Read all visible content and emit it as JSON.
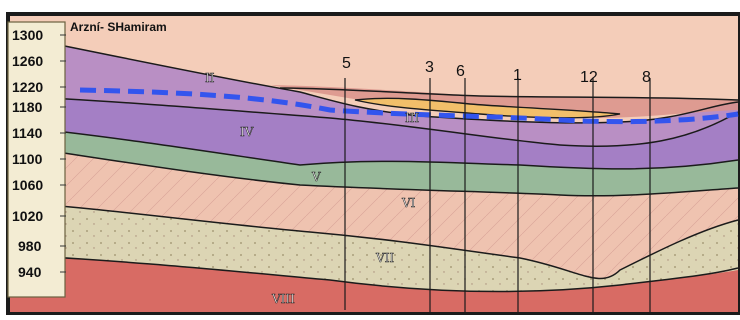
{
  "title": "Arzní- SHamiram",
  "elevation_ticks": [
    "1300",
    "1260",
    "1220",
    "1180",
    "1140",
    "1100",
    "1060",
    "1020",
    "980",
    "940"
  ],
  "wells": [
    "5",
    "3",
    "6",
    "1",
    "12",
    "8"
  ],
  "units": [
    "II",
    "III",
    "IV",
    "V",
    "VI",
    "VII",
    "VIII"
  ],
  "colors": {
    "background": "#f2c3ae",
    "unit_II": "#b98fc4",
    "unit_IV": "#a47fc5",
    "unit_V": "#98b99a",
    "unit_VI": "#efc3b0",
    "unit_VII": "#dcd5b4",
    "unit_VIII": "#d86b64",
    "unit_III": "#f2bf6a",
    "water_table": "#3355ee",
    "scale_panel": "#f3ecd3"
  }
}
